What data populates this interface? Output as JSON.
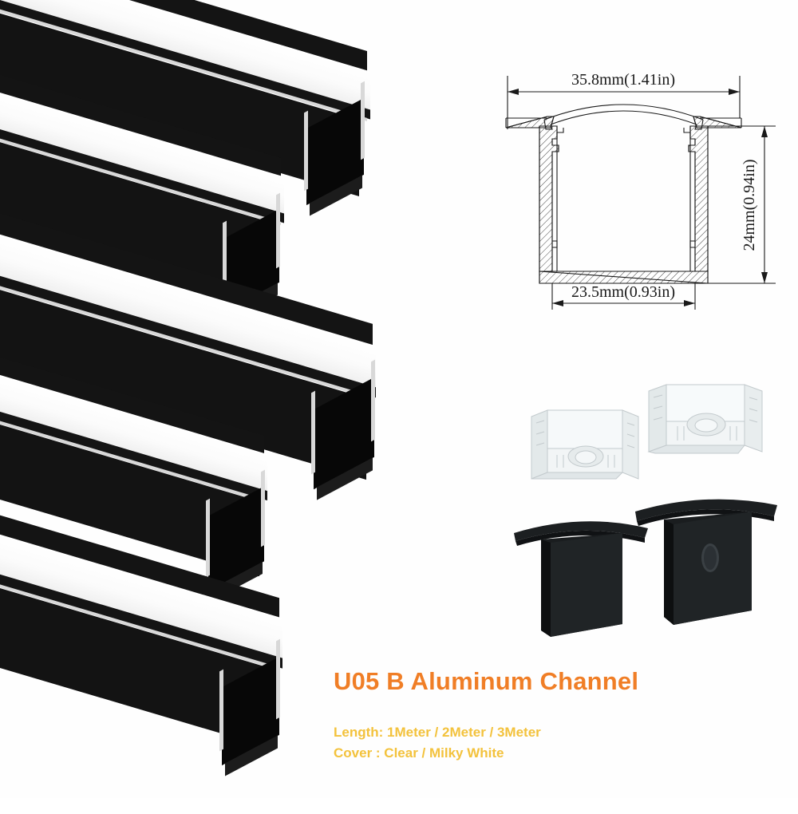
{
  "product": {
    "title": "U05 B Aluminum Channel",
    "title_color": "#F07E26",
    "spec_color": "#F3C23C",
    "specs": [
      "Length: 1Meter / 2Meter / 3Meter",
      "Cover  : Clear / Milky White"
    ],
    "spec_length_label": "Length:",
    "spec_length_value": "1Meter / 2Meter / 3Meter",
    "spec_cover_label": "Cover  :",
    "spec_cover_value": "Clear / Milky White"
  },
  "drawing": {
    "dim_top": "35.8mm(1.41in)",
    "dim_right": "24mm(0.94in)",
    "dim_bottom": "23.5mm(0.93in)",
    "line_color": "#1a1a1a",
    "caption_font": "serif"
  },
  "channels": [
    {
      "name": "channel-1",
      "position": "top-right"
    },
    {
      "name": "channel-2",
      "position": "upper-middle"
    },
    {
      "name": "channel-3",
      "position": "center"
    },
    {
      "name": "channel-4",
      "position": "lower-middle"
    },
    {
      "name": "channel-5",
      "position": "bottom-left"
    }
  ],
  "accessories": [
    {
      "name": "clear-mounting-clip-left",
      "color": "#e9eced",
      "type": "clip"
    },
    {
      "name": "clear-mounting-clip-right",
      "color": "#eef1f2",
      "type": "clip"
    },
    {
      "name": "black-end-cap-plain",
      "color": "#181818",
      "type": "end-cap"
    },
    {
      "name": "black-end-cap-slotted",
      "color": "#141414",
      "type": "end-cap"
    }
  ],
  "colors": {
    "channel_black": "#141414",
    "diffuser_white": "#fbfbfb",
    "aluminum_silver": "#d8d8d8",
    "background": "#ffffff"
  }
}
